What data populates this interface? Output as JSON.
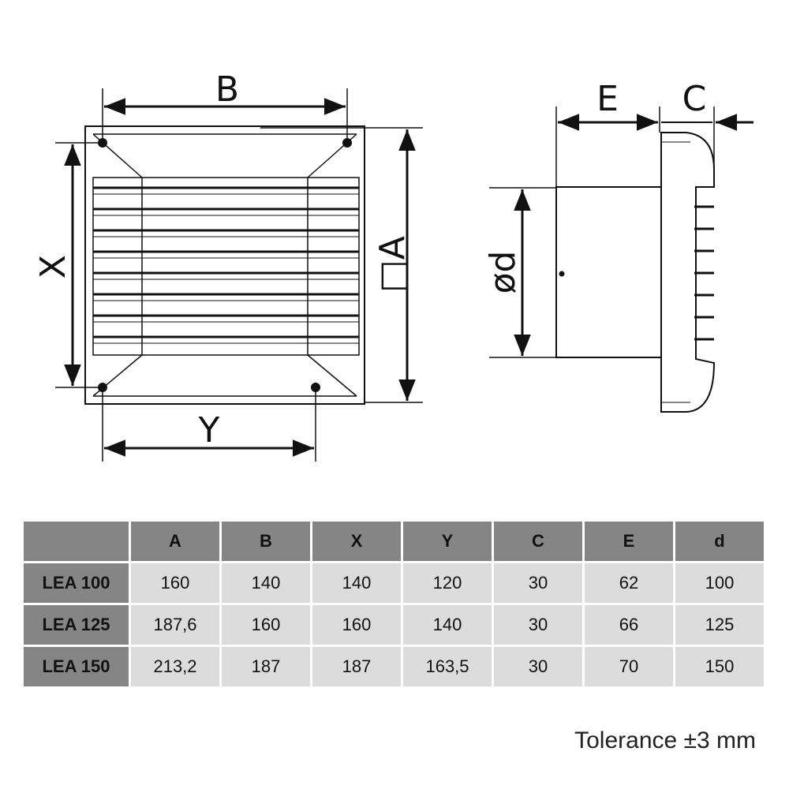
{
  "drawing": {
    "labels": {
      "B": "B",
      "A": "□A",
      "X": "X",
      "Y": "Y",
      "E": "E",
      "C": "C",
      "d": "ød"
    }
  },
  "table": {
    "headers": [
      "",
      "A",
      "B",
      "X",
      "Y",
      "C",
      "E",
      "d"
    ],
    "rows": [
      {
        "model": "LEA 100",
        "values": [
          "160",
          "140",
          "140",
          "120",
          "30",
          "62",
          "100"
        ]
      },
      {
        "model": "LEA 125",
        "values": [
          "187,6",
          "160",
          "160",
          "140",
          "30",
          "66",
          "125"
        ]
      },
      {
        "model": "LEA 150",
        "values": [
          "213,2",
          "187",
          "187",
          "163,5",
          "30",
          "70",
          "150"
        ]
      }
    ]
  },
  "tolerance": "Tolerance ±3 mm",
  "colors": {
    "header": "#858585",
    "cell": "#dcdcdc"
  }
}
